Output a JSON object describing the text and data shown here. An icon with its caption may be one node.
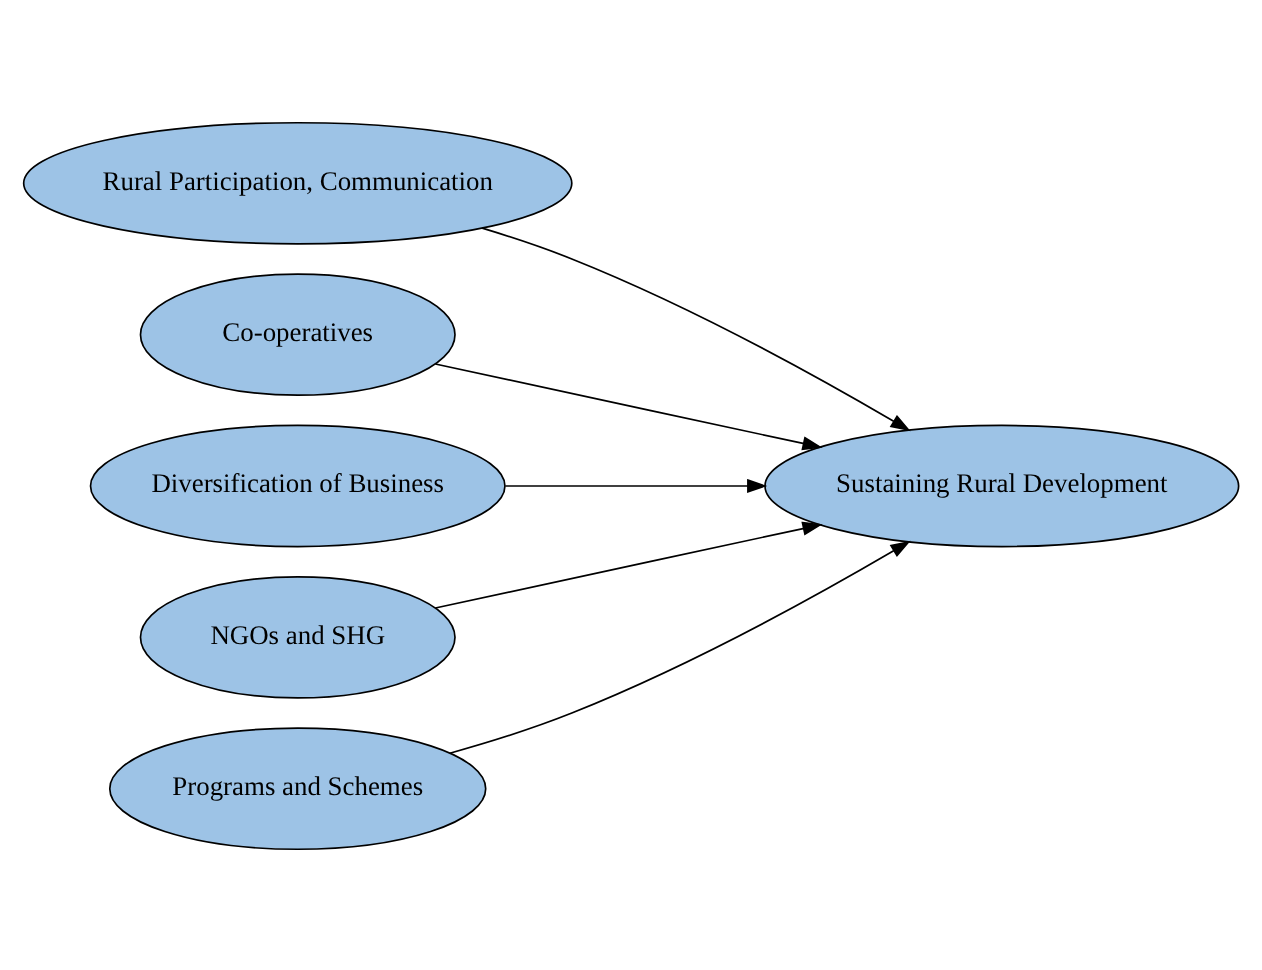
{
  "diagram": {
    "nodes": [
      {
        "text": [
          "Rural Participation, Communication"
        ]
      },
      {
        "text": [
          "Co-operatives"
        ]
      },
      {
        "text": [
          "Diversification of Business"
        ]
      },
      {
        "text": [
          "NGOs and SHG"
        ]
      },
      {
        "text": [
          "Programs and Schemes"
        ]
      },
      {
        "text": [
          "Sustaining Rural Development"
        ]
      }
    ],
    "edges": [
      {
        "from": 0,
        "to": 5,
        "arrow": "to"
      },
      {
        "from": 1,
        "to": 5,
        "arrow": "to"
      },
      {
        "from": 2,
        "to": 5,
        "arrow": "to"
      },
      {
        "from": 3,
        "to": 5,
        "arrow": "to"
      },
      {
        "from": 4,
        "to": 5,
        "arrow": "to"
      }
    ]
  }
}
